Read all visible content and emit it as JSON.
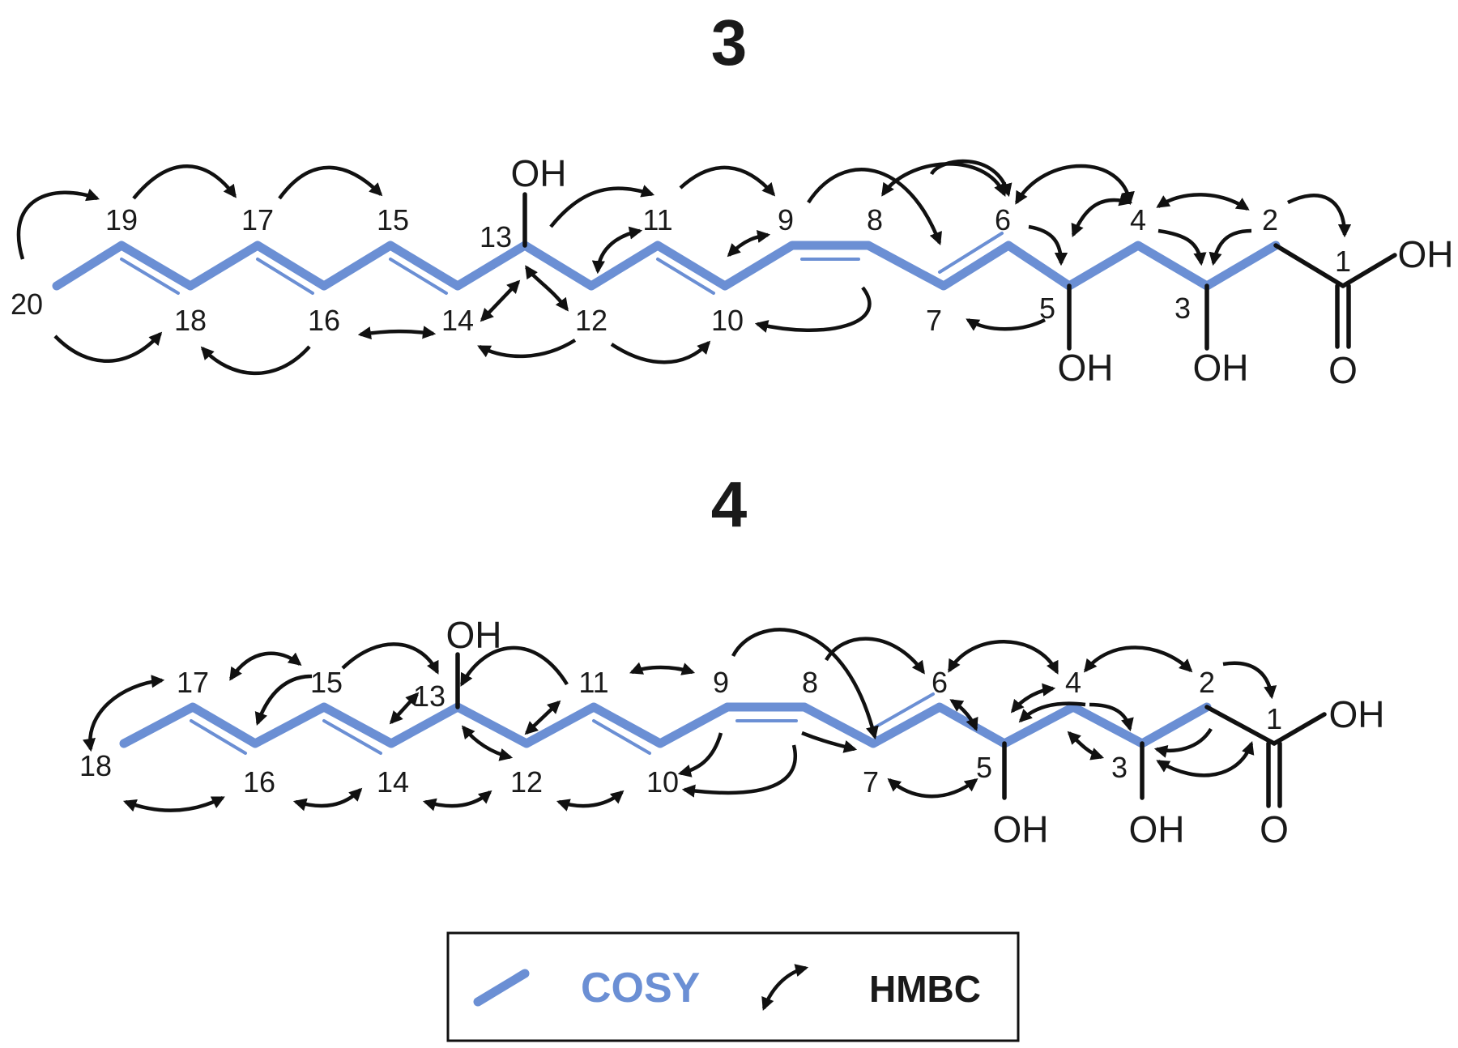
{
  "compounds": [
    {
      "label": "3",
      "positions": [
        "20",
        "19",
        "18",
        "17",
        "16",
        "15",
        "14",
        "13",
        "12",
        "11",
        "10",
        "9",
        "8",
        "7",
        "6",
        "5",
        "4",
        "3",
        "2",
        "1"
      ],
      "groups": {
        "oh13": "OH",
        "oh5": "OH",
        "oh3": "OH",
        "acid_oh": "OH",
        "carbonyl_o": "O"
      }
    },
    {
      "label": "4",
      "positions": [
        "18",
        "17",
        "16",
        "15",
        "14",
        "13",
        "12",
        "11",
        "10",
        "9",
        "8",
        "7",
        "6",
        "5",
        "4",
        "3",
        "2",
        "1"
      ],
      "groups": {
        "oh13": "OH",
        "oh5": "OH",
        "oh3": "OH",
        "acid_oh": "OH",
        "carbonyl_o": "O"
      }
    }
  ],
  "legend": {
    "cosy_label": "COSY",
    "hmbc_label": "HMBC"
  },
  "colors": {
    "cosy": "#6b8fd4",
    "bond": "#111111"
  }
}
